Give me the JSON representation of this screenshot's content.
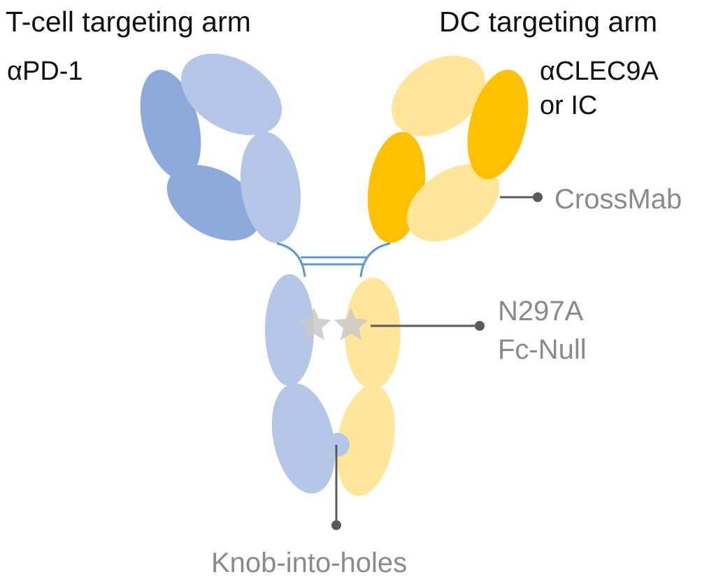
{
  "labels": {
    "t_cell_arm_title": "T-cell targeting arm",
    "t_cell_arm_target": "αPD-1",
    "dc_arm_title": "DC targeting arm",
    "dc_arm_target_line1": "αCLEC9A",
    "dc_arm_target_line2": "or IC",
    "crossmab": "CrossMab",
    "fc_mutation_line1": "N297A",
    "fc_mutation_line2": "Fc-Null",
    "knob_into_holes": "Knob-into-holes"
  },
  "colors": {
    "t_cell_dark": "#8eaadc",
    "t_cell_light": "#b4c7e7",
    "dc_dark": "#ffc000",
    "dc_light": "#ffe699",
    "hinge": "#5b9bd5",
    "mutation_star": "#c8c8c8",
    "annotation_text": "#8a8a8a",
    "leader_line": "#5a5a5a"
  }
}
